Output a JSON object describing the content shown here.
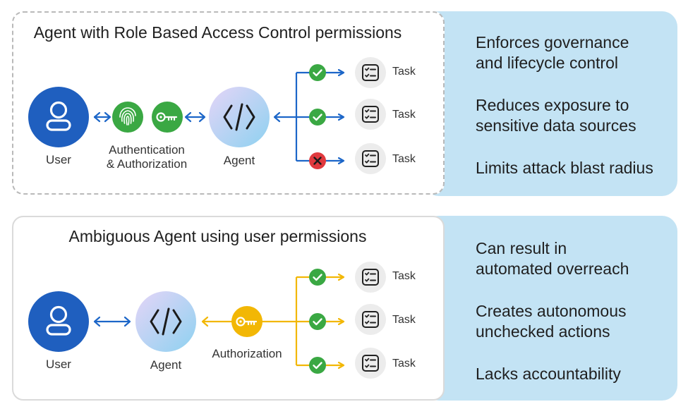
{
  "panel1": {
    "title": "Agent with Role Based Access Control permissions",
    "user_label": "User",
    "auth_label": "Authentication\n& Authorization",
    "agent_label": "Agent",
    "tasks": [
      {
        "label": "Task",
        "status": "allowed"
      },
      {
        "label": "Task",
        "status": "allowed"
      },
      {
        "label": "Task",
        "status": "denied"
      }
    ],
    "benefits": [
      "Enforces governance\nand lifecycle control",
      "Reduces exposure to\nsensitive data sources",
      "Limits attack blast radius"
    ]
  },
  "panel2": {
    "title": "Ambiguous Agent using user permissions",
    "user_label": "User",
    "agent_label": "Agent",
    "auth_label": "Authorization",
    "tasks": [
      {
        "label": "Task",
        "status": "allowed"
      },
      {
        "label": "Task",
        "status": "allowed"
      },
      {
        "label": "Task",
        "status": "allowed"
      }
    ],
    "risks": [
      "Can result in\nautomated overreach",
      "Creates autonomous\nunchecked actions",
      "Lacks accountability"
    ]
  },
  "colors": {
    "user_blue": "#1f5fbf",
    "arrow_blue": "#1c66c8",
    "arrow_yellow": "#f2b705",
    "check_green": "#3aa843",
    "deny_red": "#e0393e",
    "side_bg": "#c3e3f4"
  },
  "icons": {
    "user": "user-icon",
    "fingerprint": "fingerprint-icon",
    "key": "key-icon",
    "agent": "code-icon",
    "task": "checklist-icon",
    "allowed": "check-icon",
    "denied": "x-icon"
  }
}
